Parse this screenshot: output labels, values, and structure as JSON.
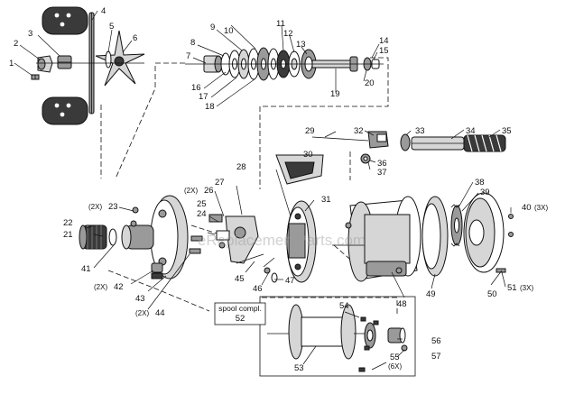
{
  "callouts": {
    "c1": "1",
    "c2": "2",
    "c3": "3",
    "c4": "4",
    "c5": "5",
    "c6": "6",
    "c7": "7",
    "c8": "8",
    "c9": "9",
    "c10": "10",
    "c11": "11",
    "c12": "12",
    "c13": "13",
    "c14": "14",
    "c15": "15",
    "c16": "16",
    "c17": "17",
    "c18": "18",
    "c19": "19",
    "c20": "20",
    "c21": "21",
    "c22": "22",
    "c23": "23",
    "c24": "24",
    "c25": "25",
    "c26": "26",
    "c27": "27",
    "c28": "28",
    "c29": "29",
    "c30": "30",
    "c31": "31",
    "c32": "32",
    "c33": "33",
    "c34": "34",
    "c35": "35",
    "c36": "36",
    "c37": "37",
    "c38": "38",
    "c39": "39",
    "c40": "40",
    "c41": "41",
    "c42": "42",
    "c43": "43",
    "c44": "44",
    "c45": "45",
    "c46": "46",
    "c47": "47",
    "c48": "48",
    "c49": "49",
    "c50": "50",
    "c51": "51",
    "c52": "52",
    "c53": "53",
    "c54": "54",
    "c55": "55",
    "c56": "56",
    "c57": "57"
  },
  "quantities": {
    "q23": "(2X)",
    "q26": "(2X)",
    "q40": "(3X)",
    "q42": "(2X)",
    "q44": "(2X)",
    "q51": "(3X)",
    "q55": "(6X)"
  },
  "spool_box": {
    "label": "spool compl."
  },
  "watermark": "eReplacementParts.com",
  "colors": {
    "line": "#111111",
    "dark_part": "#3a3a3a",
    "mid_part": "#9a9a9a",
    "light_part": "#d6d6d6",
    "watermark": "#9a9a9a"
  }
}
